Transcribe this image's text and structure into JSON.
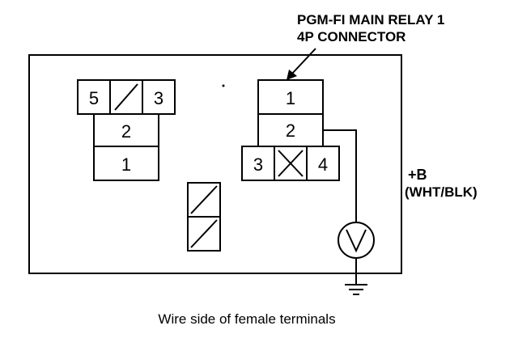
{
  "callout": {
    "line1": "PGM-FI MAIN RELAY 1",
    "line2": "4P CONNECTOR"
  },
  "left_connector": {
    "pins": [
      "5",
      "3",
      "2",
      "1"
    ]
  },
  "right_connector": {
    "pins": [
      "1",
      "2",
      "3",
      "4"
    ]
  },
  "battery_label": {
    "line1": "+B",
    "line2": "(WHT/BLK)"
  },
  "meter_icon": "voltmeter-icon",
  "ground_icon": "ground-icon",
  "caption": "Wire side of female terminals"
}
